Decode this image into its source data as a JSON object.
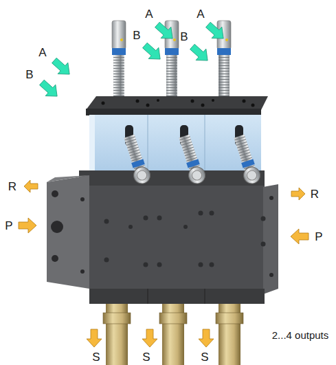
{
  "diagram": {
    "labels": [
      "A",
      "A",
      "A",
      "B",
      "B",
      "B",
      "R",
      "R",
      "P",
      "P",
      "S",
      "S",
      "S",
      "2...4 outputs"
    ]
  }
}
